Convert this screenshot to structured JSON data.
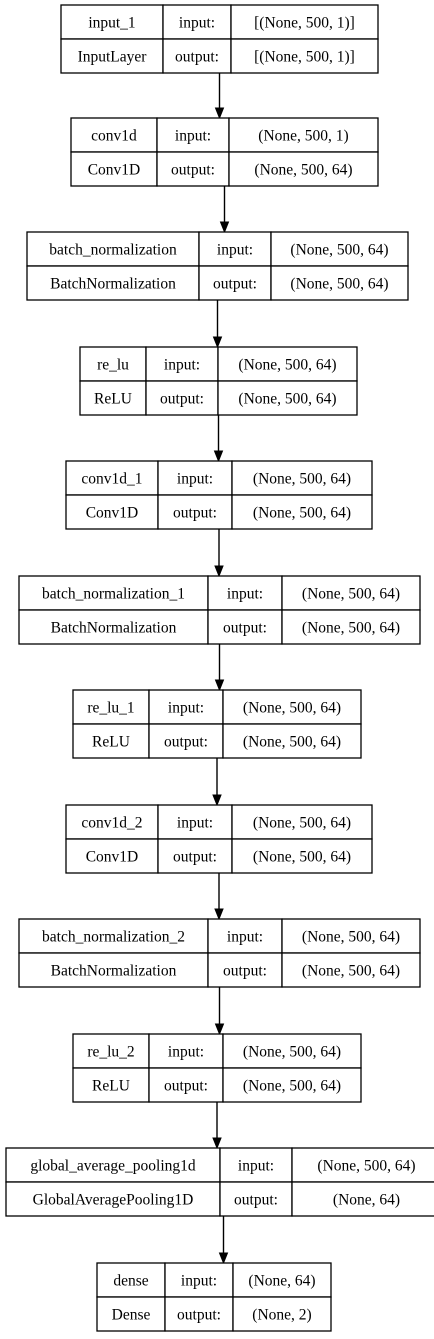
{
  "diagram": {
    "nodes": [
      {
        "name": "input_1",
        "type": "InputLayer",
        "input_label": "input:",
        "output_label": "output:",
        "input_shape": "[(None, 500, 1)]",
        "output_shape": "[(None, 500, 1)]"
      },
      {
        "name": "conv1d",
        "type": "Conv1D",
        "input_label": "input:",
        "output_label": "output:",
        "input_shape": "(None, 500, 1)",
        "output_shape": "(None, 500, 64)"
      },
      {
        "name": "batch_normalization",
        "type": "BatchNormalization",
        "input_label": "input:",
        "output_label": "output:",
        "input_shape": "(None, 500, 64)",
        "output_shape": "(None, 500, 64)"
      },
      {
        "name": "re_lu",
        "type": "ReLU",
        "input_label": "input:",
        "output_label": "output:",
        "input_shape": "(None, 500, 64)",
        "output_shape": "(None, 500, 64)"
      },
      {
        "name": "conv1d_1",
        "type": "Conv1D",
        "input_label": "input:",
        "output_label": "output:",
        "input_shape": "(None, 500, 64)",
        "output_shape": "(None, 500, 64)"
      },
      {
        "name": "batch_normalization_1",
        "type": "BatchNormalization",
        "input_label": "input:",
        "output_label": "output:",
        "input_shape": "(None, 500, 64)",
        "output_shape": "(None, 500, 64)"
      },
      {
        "name": "re_lu_1",
        "type": "ReLU",
        "input_label": "input:",
        "output_label": "output:",
        "input_shape": "(None, 500, 64)",
        "output_shape": "(None, 500, 64)"
      },
      {
        "name": "conv1d_2",
        "type": "Conv1D",
        "input_label": "input:",
        "output_label": "output:",
        "input_shape": "(None, 500, 64)",
        "output_shape": "(None, 500, 64)"
      },
      {
        "name": "batch_normalization_2",
        "type": "BatchNormalization",
        "input_label": "input:",
        "output_label": "output:",
        "input_shape": "(None, 500, 64)",
        "output_shape": "(None, 500, 64)"
      },
      {
        "name": "re_lu_2",
        "type": "ReLU",
        "input_label": "input:",
        "output_label": "output:",
        "input_shape": "(None, 500, 64)",
        "output_shape": "(None, 500, 64)"
      },
      {
        "name": "global_average_pooling1d",
        "type": "GlobalAveragePooling1D",
        "input_label": "input:",
        "output_label": "output:",
        "input_shape": "(None, 500, 64)",
        "output_shape": "(None, 64)"
      },
      {
        "name": "dense",
        "type": "Dense",
        "input_label": "input:",
        "output_label": "output:",
        "input_shape": "(None, 64)",
        "output_shape": "(None, 2)"
      }
    ],
    "edges": [
      {
        "from": "input_1",
        "to": "conv1d"
      },
      {
        "from": "conv1d",
        "to": "batch_normalization"
      },
      {
        "from": "batch_normalization",
        "to": "re_lu"
      },
      {
        "from": "re_lu",
        "to": "conv1d_1"
      },
      {
        "from": "conv1d_1",
        "to": "batch_normalization_1"
      },
      {
        "from": "batch_normalization_1",
        "to": "re_lu_1"
      },
      {
        "from": "re_lu_1",
        "to": "conv1d_2"
      },
      {
        "from": "conv1d_2",
        "to": "batch_normalization_2"
      },
      {
        "from": "batch_normalization_2",
        "to": "re_lu_2"
      },
      {
        "from": "re_lu_2",
        "to": "global_average_pooling1d"
      },
      {
        "from": "global_average_pooling1d",
        "to": "dense"
      }
    ]
  }
}
